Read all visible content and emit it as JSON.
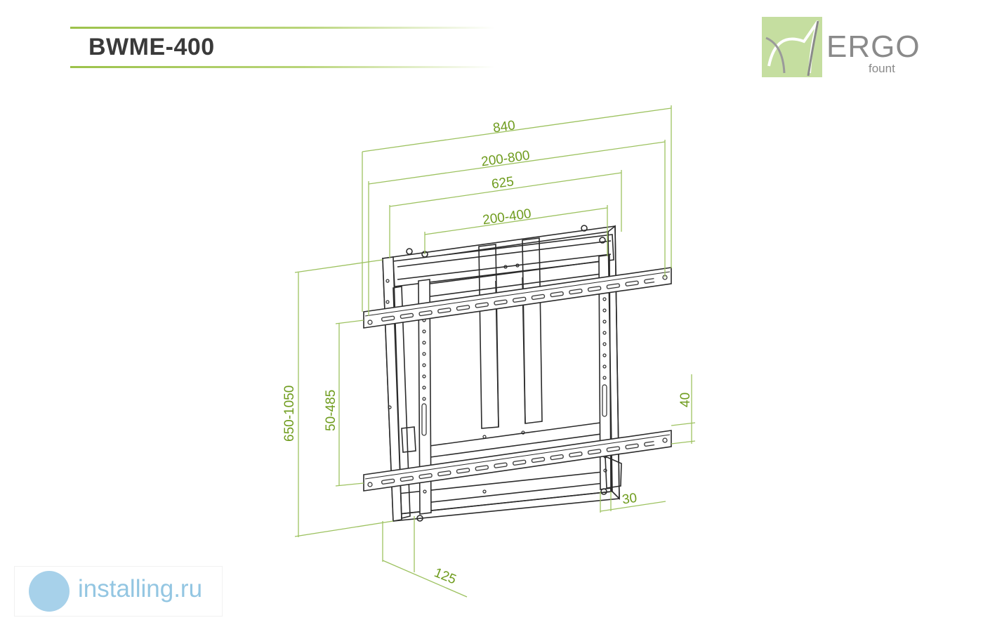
{
  "title": "BWME-400",
  "logo": {
    "brand": "ERGO",
    "sub": "fount",
    "icon": "ergofount-logo-icon"
  },
  "dimensions": {
    "d840": "840",
    "d200_800": "200-800",
    "d625": "625",
    "d200_400": "200-400",
    "d650_1050": "650-1050",
    "d50_485": "50-485",
    "d40": "40",
    "d30": "30",
    "d125": "125"
  },
  "watermark": {
    "text": "installing.ru",
    "icon": "installing-logo-icon"
  },
  "colors": {
    "accent": "#9cc24a",
    "dimension": "#9dc260",
    "drawing": "#2b2b2b",
    "watermark": "#93c6e2"
  }
}
